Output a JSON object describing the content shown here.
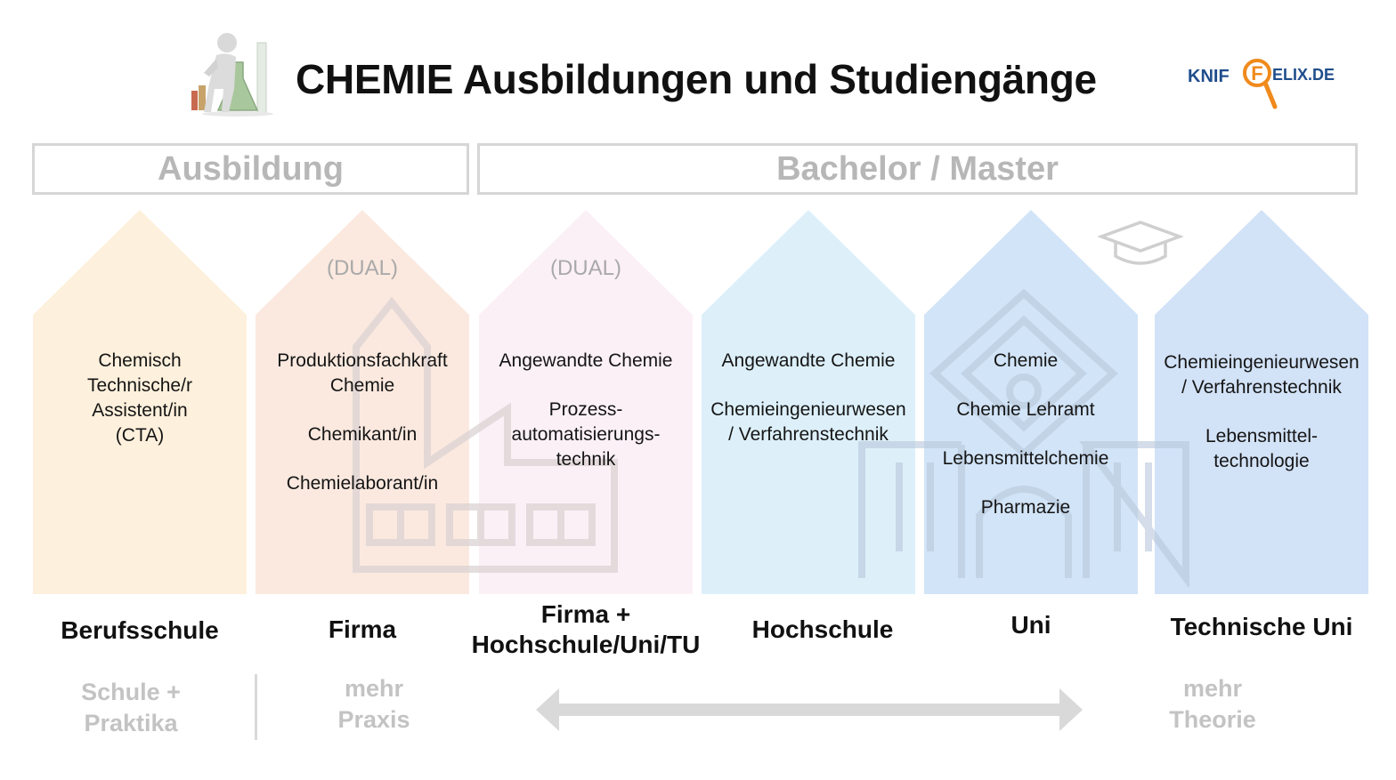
{
  "header": {
    "title": "CHEMIE Ausbildungen und Studiengänge",
    "logo": {
      "part1": "KNIF",
      "letter": "F",
      "part2": "ELIX.DE"
    },
    "illustration_icon": "lab-figure-flask-icon"
  },
  "sections": {
    "ausbildung": "Ausbildung",
    "bachelor_master": "Bachelor / Master"
  },
  "columns": [
    {
      "color": "#fdf0dc",
      "dual": "",
      "items": [
        "Chemisch\nTechnische/r\nAssistent/in\n(CTA)"
      ],
      "label": "Berufsschule"
    },
    {
      "color": "#fbe9df",
      "dual": "(DUAL)",
      "items": [
        "Produktionsfachkraft\nChemie",
        "Chemikant/in",
        "Chemielaborant/in"
      ],
      "label": "Firma"
    },
    {
      "color": "#fcf0f7",
      "dual": "(DUAL)",
      "items": [
        "Angewandte Chemie",
        "Prozess-\nautomatisierungs-\ntechnik"
      ],
      "label": "Firma +\nHochschule/Uni/TU"
    },
    {
      "color": "#ddf0fa",
      "dual": "",
      "items": [
        "Angewandte Chemie",
        "Chemieingenieurwesen\n/ Verfahrenstechnik"
      ],
      "label": "Hochschule"
    },
    {
      "color": "#d2e4f7",
      "dual": "",
      "items": [
        "Chemie",
        "Chemie Lehramt",
        "Lebensmittelchemie",
        "Pharmazie"
      ],
      "label": "Uni"
    },
    {
      "color": "#d2e2f7",
      "dual": "",
      "items": [
        "Chemieingenieurwesen\n/ Verfahrenstechnik",
        "Lebensmittel-\ntechnologie"
      ],
      "label": "Technische Uni"
    }
  ],
  "bottom": {
    "schule": "Schule +\nPraktika",
    "praxis": "mehr\nPraxis",
    "theorie": "mehr\nTheorie"
  },
  "colors": {
    "section_border": "#d6d6d6",
    "section_text": "#b7b7b7",
    "faint_text": "#c3c3c3",
    "arrow": "#d9d9d9",
    "logo_blue": "#1f4e8c",
    "logo_orange": "#f08a1c"
  }
}
